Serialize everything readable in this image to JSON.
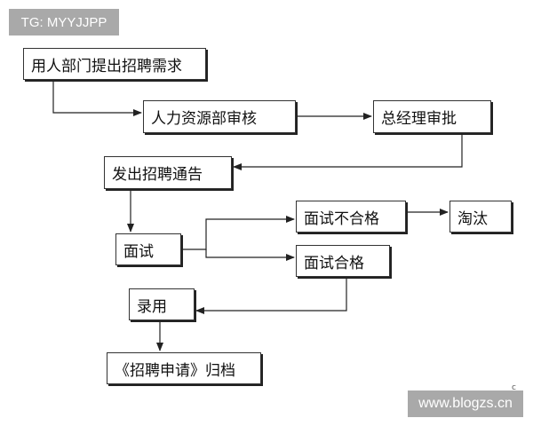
{
  "watermarks": {
    "top": "TG: MYYJJPP",
    "bottom": "www.blogzs.cn"
  },
  "nodes": {
    "n1": "用人部门提出招聘需求",
    "n2": "人力资源部审核",
    "n3": "总经理审批",
    "n4": "发出招聘通告",
    "n5": "面试不合格",
    "n6": "淘汰",
    "n7": "面试",
    "n8": "面试合格",
    "n9": "录用",
    "n10": "《招聘申请》归档"
  },
  "edges": [
    {
      "from": "用人部门提出招聘需求",
      "to": "人力资源部审核"
    },
    {
      "from": "人力资源部审核",
      "to": "总经理审批"
    },
    {
      "from": "总经理审批",
      "to": "发出招聘通告"
    },
    {
      "from": "发出招聘通告",
      "to": "面试"
    },
    {
      "from": "面试",
      "to": "面试不合格"
    },
    {
      "from": "面试",
      "to": "面试合格"
    },
    {
      "from": "面试不合格",
      "to": "淘汰"
    },
    {
      "from": "面试合格",
      "to": "录用"
    },
    {
      "from": "录用",
      "to": "《招聘申请》归档"
    }
  ],
  "colors": {
    "line": "#222222",
    "box_border": "#333333",
    "watermark_bg": "#a9a9a9"
  }
}
